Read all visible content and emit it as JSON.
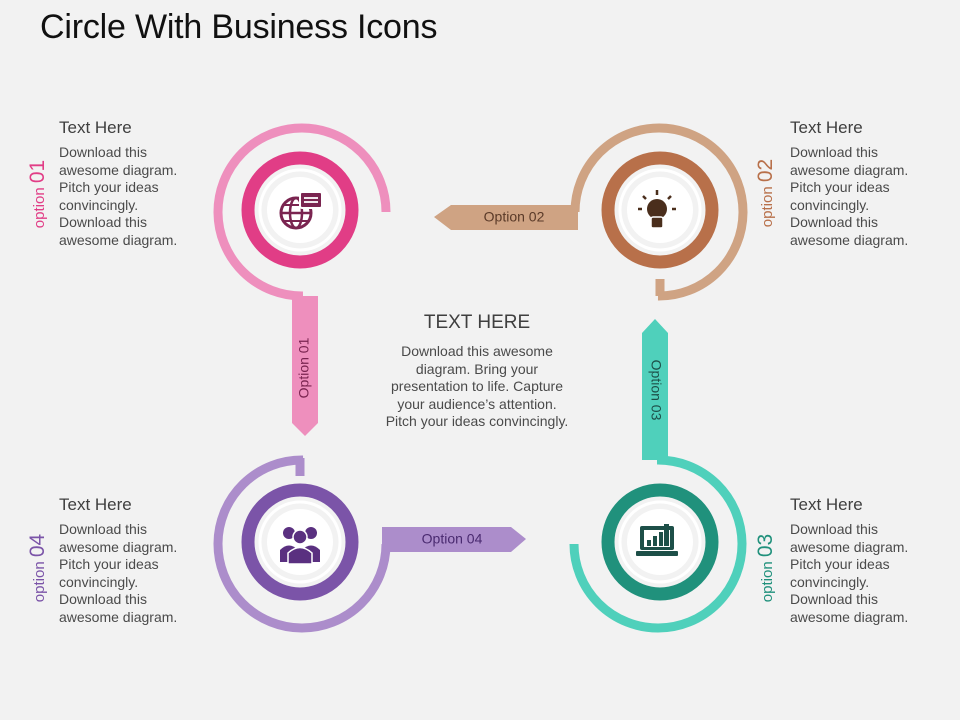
{
  "title": "Circle With Business Icons",
  "center": {
    "heading": "TEXT HERE",
    "body": "Download this awesome diagram. Bring your presentation to life. Capture your audience’s attention. Pitch your ideas convincingly."
  },
  "options": [
    {
      "id": "01",
      "side_label_prefix": "option",
      "side_label_num": "01",
      "arrow_label": "Option 01",
      "heading": "Text Here",
      "body": "Download this awesome diagram. Pitch your ideas convincingly. Download this awesome diagram.",
      "icon": "globe-chat-icon",
      "color_light": "#ee8fbd",
      "color_dark": "#e13d86"
    },
    {
      "id": "02",
      "side_label_prefix": "option",
      "side_label_num": "02",
      "arrow_label": "Option 02",
      "heading": "Text Here",
      "body": "Download this awesome diagram. Pitch your ideas convincingly. Download this awesome diagram.",
      "icon": "lightbulb-icon",
      "color_light": "#cfa383",
      "color_dark": "#b8704a"
    },
    {
      "id": "03",
      "side_label_prefix": "option",
      "side_label_num": "03",
      "arrow_label": "Option 03",
      "heading": "Text Here",
      "body": "Download this awesome diagram. Pitch your ideas convincingly. Download this awesome diagram.",
      "icon": "laptop-chart-icon",
      "color_light": "#4fd0bb",
      "color_dark": "#20917c"
    },
    {
      "id": "04",
      "side_label_prefix": "option",
      "side_label_num": "04",
      "arrow_label": "Option 04",
      "heading": "Text Here",
      "body": "Download this awesome diagram. Pitch your ideas convincingly. Download this awesome diagram.",
      "icon": "team-icon",
      "color_light": "#ac8dcb",
      "color_dark": "#7b54a8"
    }
  ]
}
